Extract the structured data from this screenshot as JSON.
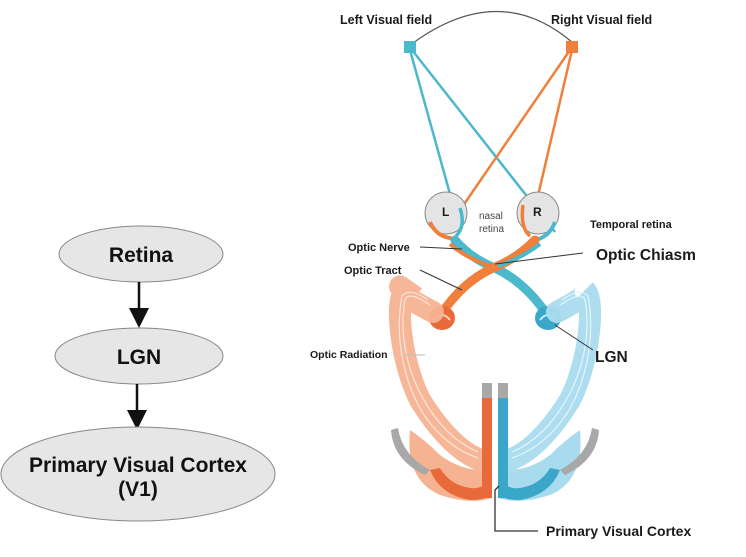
{
  "flowchart": {
    "nodes": [
      {
        "id": "retina",
        "label": "Retina"
      },
      {
        "id": "lgn",
        "label": "LGN"
      },
      {
        "id": "v1",
        "label": "Primary Visual Cortex",
        "sublabel": "(V1)"
      }
    ],
    "edges": [
      {
        "from": "retina",
        "to": "lgn"
      },
      {
        "from": "lgn",
        "to": "v1"
      }
    ]
  },
  "anatomy": {
    "labels": {
      "left_visual_field": "Left Visual field",
      "right_visual_field": "Right Visual field",
      "left_eye": "L",
      "right_eye": "R",
      "nasal_retina_line1": "nasal",
      "nasal_retina_line2": "retina",
      "temporal_retina": "Temporal retina",
      "optic_nerve": "Optic Nerve",
      "optic_chiasm": "Optic Chiasm",
      "optic_tract": "Optic Tract",
      "optic_radiation": "Optic Radiation",
      "lgn": "LGN",
      "primary_visual_cortex": "Primary Visual Cortex"
    },
    "colors": {
      "left_field": "#4bb8cc",
      "right_field": "#f07f3c",
      "left_pathway_light": "#a9dbee",
      "right_pathway_light": "#f6b392",
      "cortex_gray": "#a8a8a8",
      "node_fill": "#e6e6e6"
    }
  }
}
